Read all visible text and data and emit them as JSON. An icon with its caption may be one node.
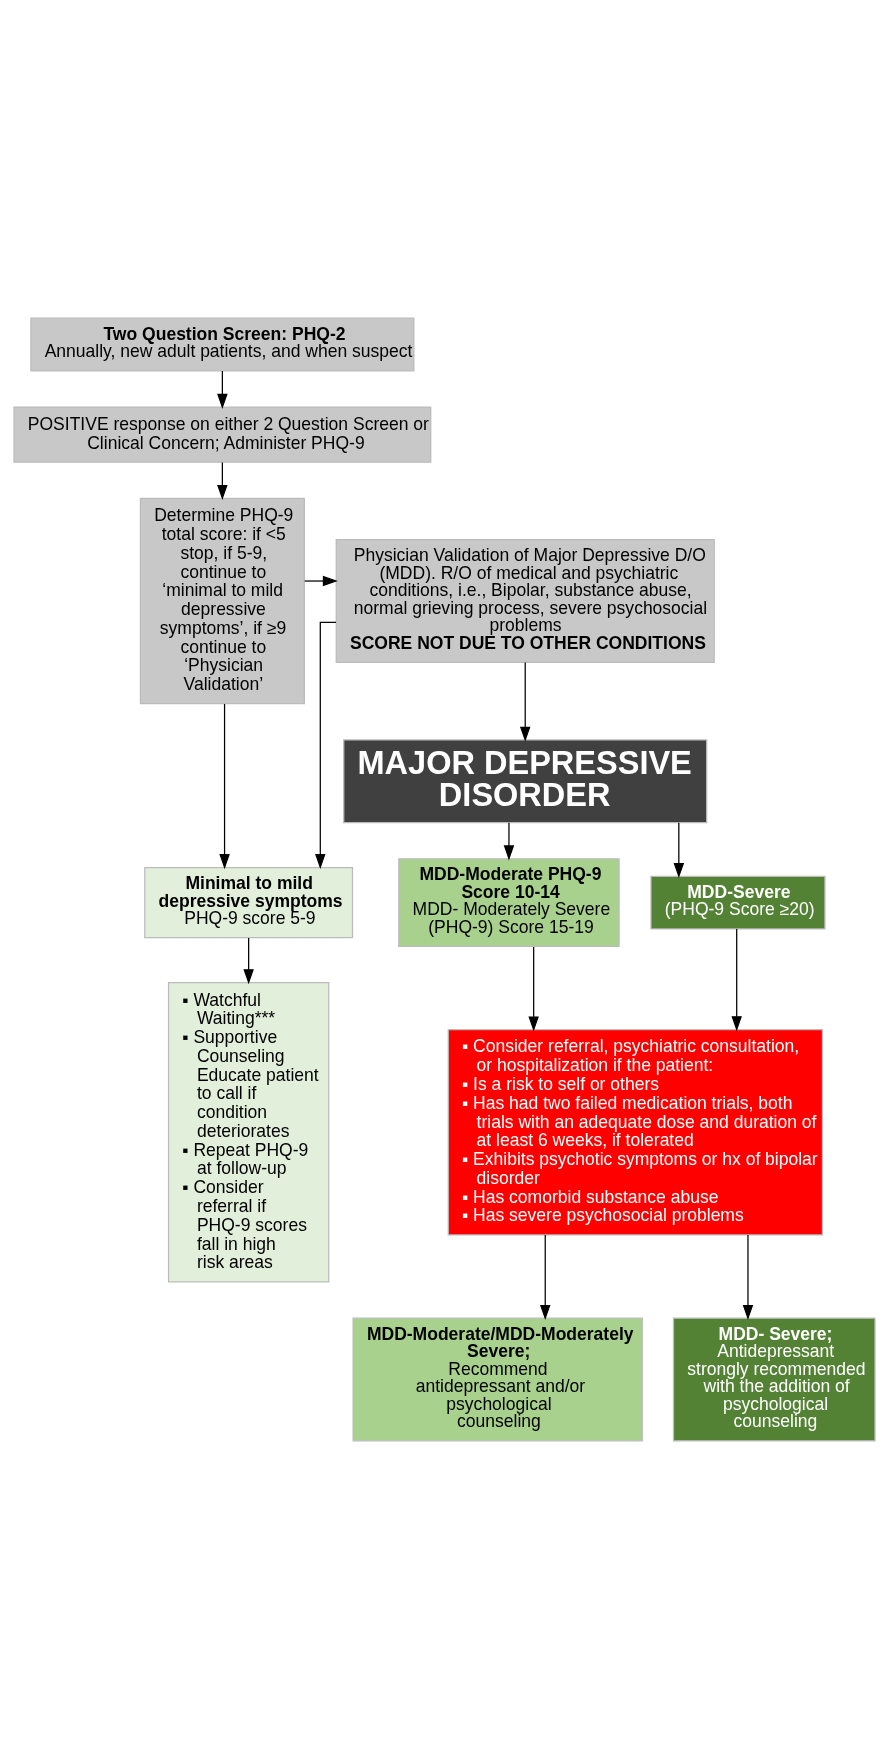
{
  "diagram": {
    "nodes": [
      {
        "text": [
          "Two Question Screen: PHQ-2",
          "Annually, new adult patients, and when suspect"
        ]
      },
      {
        "text": [
          "POSITIVE response on either 2 Question Screen or Clinical Concern; Administer PHQ-9"
        ]
      },
      {
        "text": [
          "Determine PHQ-9 total score: if <5 stop, if 5-9, continue to ‘minimal to mild depressive symptoms’, if ≥9 continue to ‘Physician Validation’"
        ]
      },
      {
        "text": [
          "Physician Validation of Major Depressive D/O (MDD). R/O of medical and psychiatric conditions, i.e., Bipolar, substance abuse, normal grieving process, severe psychosocial problems",
          "SCORE NOT DUE TO OTHER CONDITIONS"
        ]
      },
      {
        "text": [
          "MAJOR DEPRESSIVE DISORDER"
        ]
      },
      {
        "text": [
          "Minimal to mild depressive symptoms",
          "PHQ-9 score 5-9"
        ]
      },
      {
        "text": [
          "MDD-Moderate PHQ-9 Score 10-14",
          "MDD- Moderately Severe (PHQ-9) Score 15-19"
        ]
      },
      {
        "text": [
          "MDD-Severe",
          "(PHQ-9 Score ≥20)"
        ]
      },
      {
        "text": [
          "▪ Watchful Waiting***",
          "▪ Supportive Counseling Educate patient to call if condition deteriorates",
          "▪ Repeat PHQ-9 at follow-up",
          "▪ Consider referral if PHQ-9 scores fall in high risk areas"
        ]
      },
      {
        "text": [
          "▪ Consider referral, psychiatric consultation, or hospitalization if the patient:",
          "▪ Is a risk to self or others",
          "▪ Has had two failed medication trials, both trials with an adequate dose and duration of at least 6 weeks, if tolerated",
          "▪ Exhibits psychotic symptoms or hx of bipolar disorder",
          "▪ Has comorbid substance abuse",
          "▪ Has severe psychosocial problems"
        ]
      },
      {
        "text": [
          "MDD-Moderate/MDD-Moderately Severe;",
          "Recommend antidepressant and/or psychological counseling"
        ]
      },
      {
        "text": [
          "MDD- Severe;",
          "Antidepressant strongly recommended with the addition of psychological counseling"
        ]
      }
    ],
    "edges": [
      {
        "from": 0,
        "to": 1,
        "arrow": "to"
      },
      {
        "from": 1,
        "to": 2,
        "arrow": "to"
      },
      {
        "from": 2,
        "to": 3,
        "arrow": "to"
      },
      {
        "from": 3,
        "to": 4,
        "arrow": "to"
      },
      {
        "from": 2,
        "to": 5,
        "arrow": "to"
      },
      {
        "from": 3,
        "to": 5,
        "arrow": "to"
      },
      {
        "from": 4,
        "to": 6,
        "arrow": "to"
      },
      {
        "from": 4,
        "to": 7,
        "arrow": "to"
      },
      {
        "from": 5,
        "to": 8,
        "arrow": "to"
      },
      {
        "from": 6,
        "to": 9,
        "arrow": "to"
      },
      {
        "from": 7,
        "to": 9,
        "arrow": "to"
      },
      {
        "from": 9,
        "to": 10,
        "arrow": "to"
      },
      {
        "from": 9,
        "to": 11,
        "arrow": "to"
      }
    ]
  }
}
